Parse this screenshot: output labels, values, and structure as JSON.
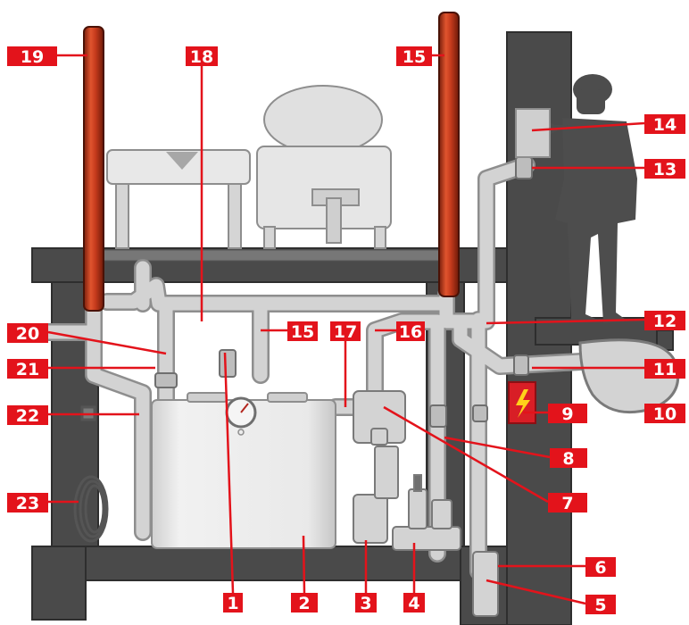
{
  "colors": {
    "structure": "#4a4a4a",
    "structure_edge": "#2e2e2e",
    "pipe": "#d3d3d3",
    "pipe_edge": "#8e8e8e",
    "tank": "#e6e6e6",
    "red_pipe": "#c43a1c",
    "label": "#e3131b",
    "silhouette": "#4d4d4d",
    "warning_bg": "#d81e26",
    "warning_bolt": "#ffd21a"
  },
  "icons": {
    "warning": "high-voltage-icon",
    "pressure_gauge": "pressure-gauge-icon",
    "worker": "worker-silhouette-icon",
    "hose": "coiled-hose-icon"
  },
  "labels": [
    {
      "text": "1"
    },
    {
      "text": "2"
    },
    {
      "text": "3"
    },
    {
      "text": "4"
    },
    {
      "text": "5"
    },
    {
      "text": "6"
    },
    {
      "text": "7"
    },
    {
      "text": "8"
    },
    {
      "text": "9"
    },
    {
      "text": "10"
    },
    {
      "text": "11"
    },
    {
      "text": "12"
    },
    {
      "text": "13"
    },
    {
      "text": "14"
    },
    {
      "text": "15"
    },
    {
      "text": "15"
    },
    {
      "text": "16"
    },
    {
      "text": "17"
    },
    {
      "text": "18"
    },
    {
      "text": "19"
    },
    {
      "text": "20"
    },
    {
      "text": "21"
    },
    {
      "text": "22"
    },
    {
      "text": "23"
    }
  ]
}
